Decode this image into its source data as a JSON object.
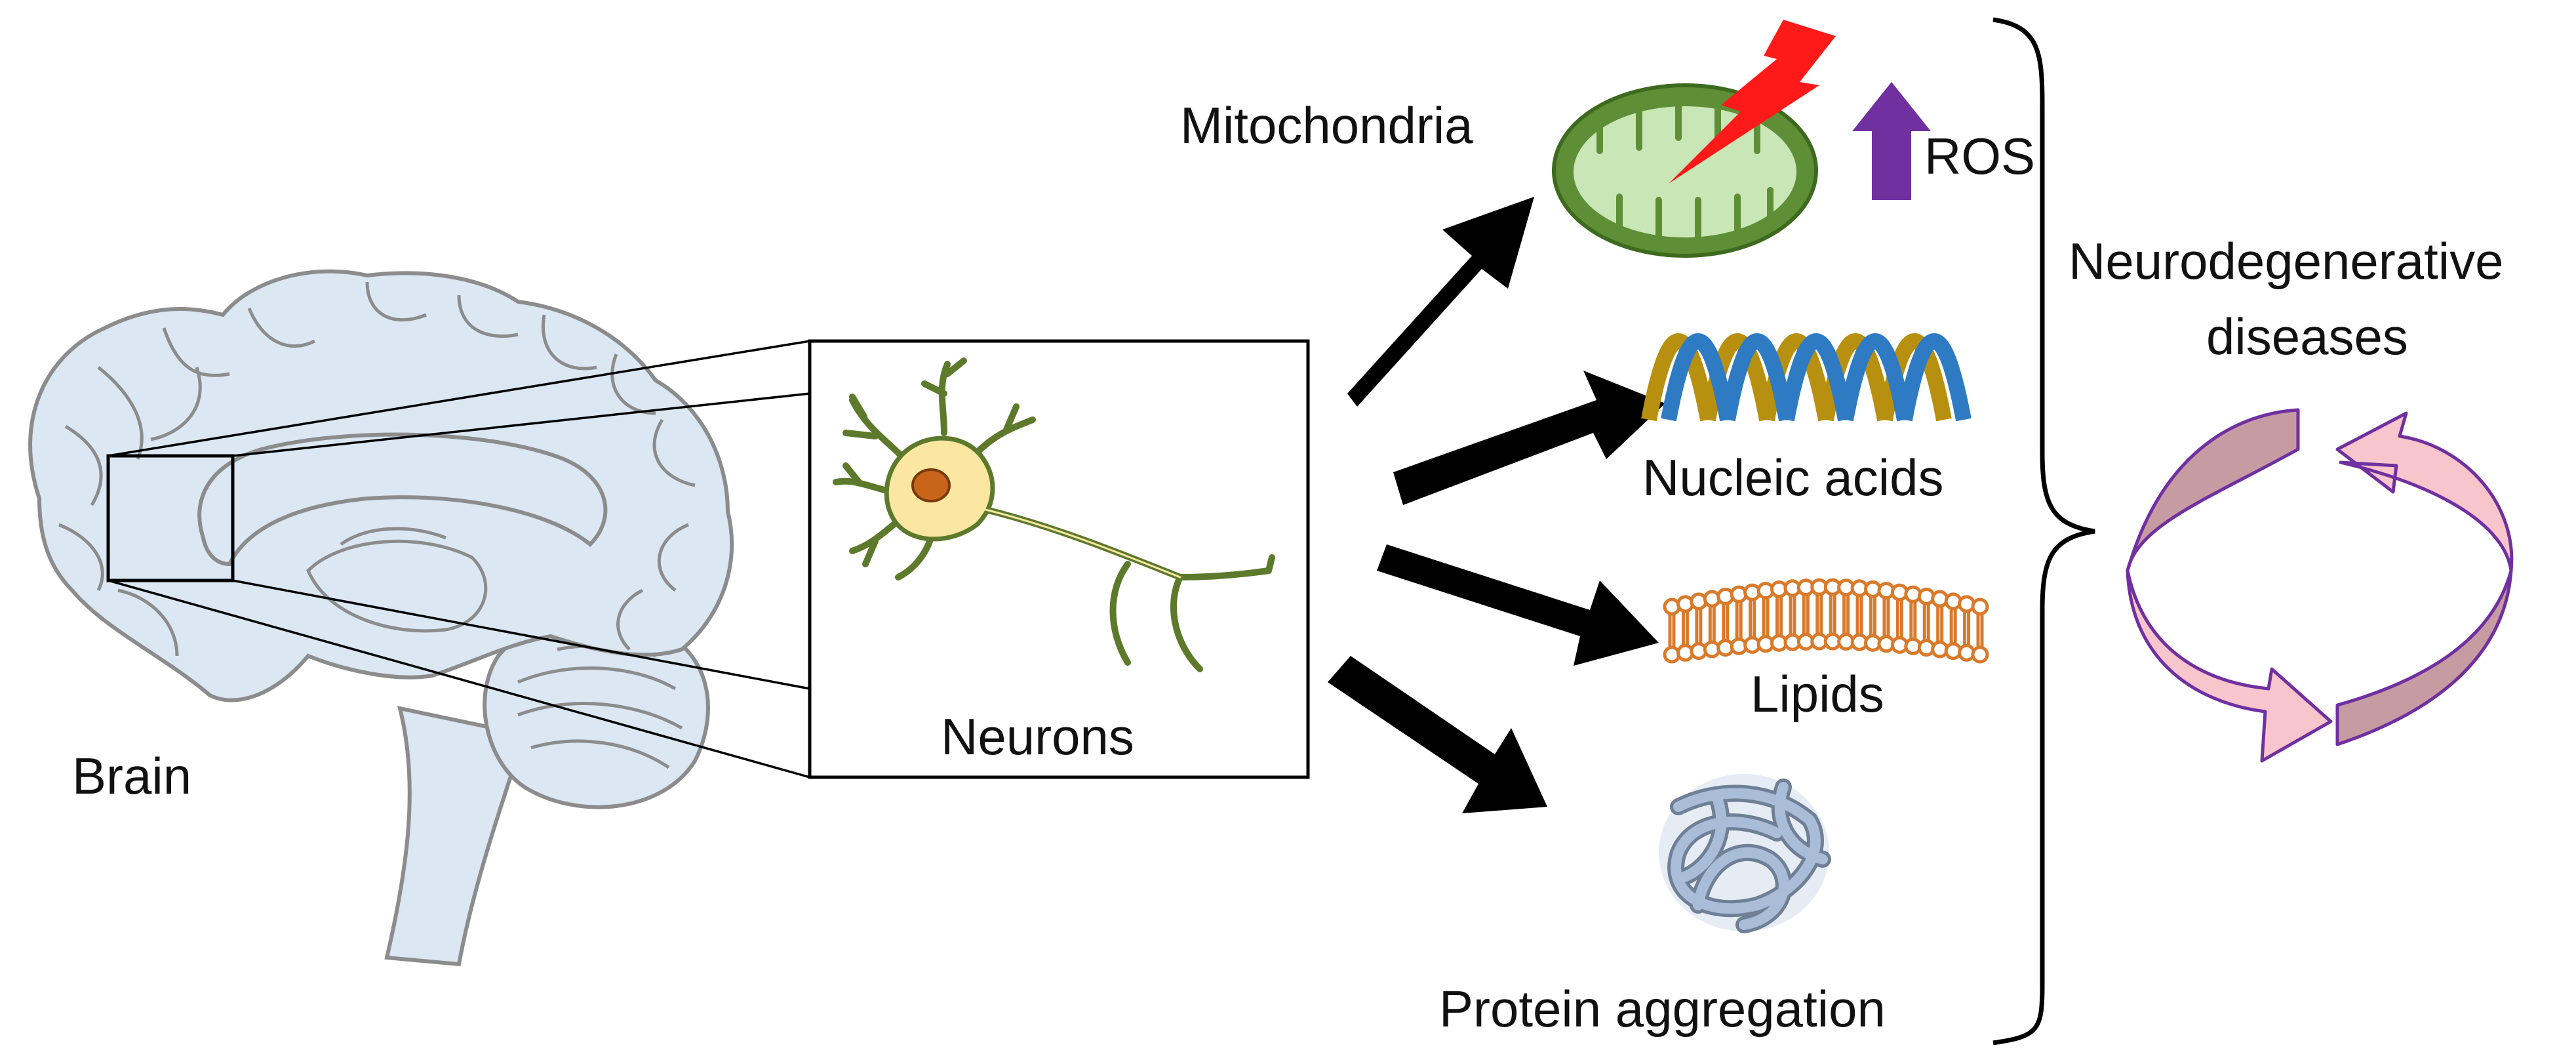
{
  "labels": {
    "brain": "Brain",
    "neurons": "Neurons",
    "mitochondria": "Mitochondria",
    "ros": "ROS",
    "nucleic_acids": "Nucleic acids",
    "lipids": "Lipids",
    "protein_aggregation": "Protein aggregation",
    "disease_line1": "Neurodegenerative",
    "disease_line2": "diseases"
  },
  "colors": {
    "brain_fill": "#dbe7f3",
    "brain_stroke": "#8c8c8c",
    "neuron_body": "#fbe6a2",
    "neuron_outline": "#5d7a2c",
    "nucleus": "#c9651a",
    "mito_outer": "#5e8f37",
    "mito_inner": "#c9e6b6",
    "lightning": "#ff1a1a",
    "ros_arrow": "#7030a0",
    "dna_gold": "#b8900f",
    "dna_blue": "#2e7bc4",
    "lipid": "#d97a2b",
    "protein": "#a9bcd8",
    "cycle_pink": "#f8c5cc",
    "cycle_mauve": "#c69ca2",
    "cycle_outline": "#7030a0",
    "arrow": "#000000"
  }
}
